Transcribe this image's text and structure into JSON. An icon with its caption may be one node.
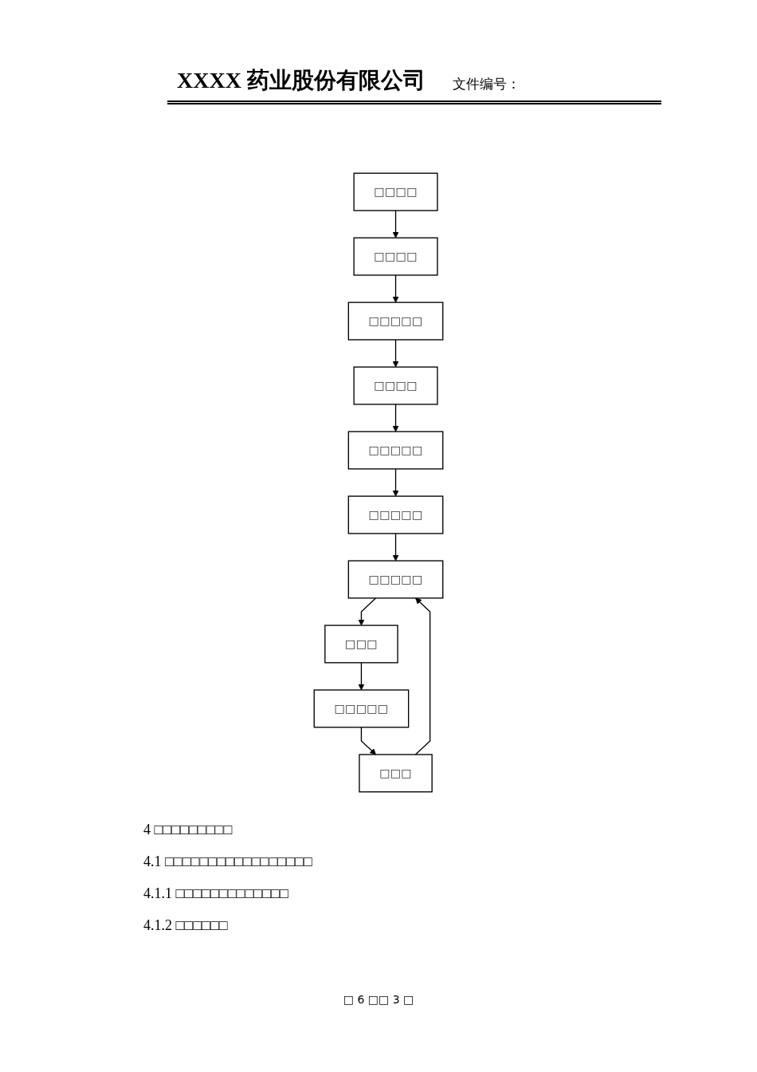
{
  "diagram": {
    "title": "XXXX 药业股份有限公司",
    "nodes": [
      {
        "text": [
          "□□□□"
        ]
      },
      {
        "text": [
          "□□□□"
        ]
      },
      {
        "text": [
          "□□□□□"
        ]
      },
      {
        "text": [
          "□□□□"
        ]
      },
      {
        "text": [
          "□□□□□"
        ]
      },
      {
        "text": [
          "□□□□□"
        ]
      },
      {
        "text": [
          "□□□□□"
        ]
      },
      {
        "text": [
          "□□□"
        ]
      },
      {
        "text": [
          "□□□□□"
        ]
      },
      {
        "text": [
          "□□□"
        ]
      }
    ],
    "edges": [
      {
        "from": 0,
        "to": 1,
        "arrow": "to"
      },
      {
        "from": 1,
        "to": 2,
        "arrow": "to"
      },
      {
        "from": 2,
        "to": 3,
        "arrow": "to"
      },
      {
        "from": 3,
        "to": 4,
        "arrow": "to"
      },
      {
        "from": 4,
        "to": 5,
        "arrow": "to"
      },
      {
        "from": 5,
        "to": 6,
        "arrow": "to"
      },
      {
        "from": 6,
        "to": 7,
        "arrow": "to"
      },
      {
        "from": 7,
        "to": 8,
        "arrow": "to"
      },
      {
        "from": 8,
        "to": 9,
        "arrow": "to"
      },
      {
        "from": 9,
        "to": 6,
        "arrow": "to"
      }
    ],
    "labels": [
      "文件编号：",
      "4 □□□□□□□□□",
      "4.1 □□□□□□□□□□□□□□□□□",
      "4.1.1 □□□□□□□□□□□□□",
      "4.1.2 □□□□□□",
      "□ 6 □□ 3 □"
    ]
  }
}
